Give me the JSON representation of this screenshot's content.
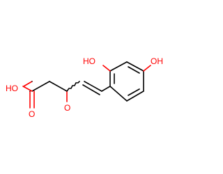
{
  "colors": {
    "background": "#ffffff",
    "bond": "#000000",
    "oxygen": "#ff0000"
  },
  "labels": {
    "acid_oh": "HO",
    "acid_carbonyl_o": "O",
    "ketone_o": "O",
    "ring_oh_ortho": "HO",
    "ring_oh_para": "OH"
  }
}
